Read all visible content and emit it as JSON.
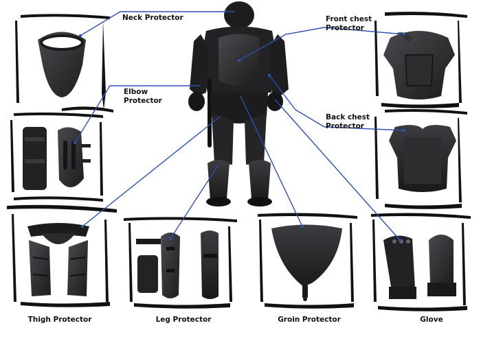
{
  "labels": {
    "neck": "Neck Protector",
    "elbow": "Elbow\nProtector",
    "front_chest": "Front chest\nProtector",
    "back_chest": "Back chest\nProtector",
    "thigh": "Thigh Protector",
    "leg": "Leg Protector",
    "groin": "Groin Protector",
    "glove": "Glove"
  },
  "colors": {
    "leader_line": "#2d4fb0",
    "armor": "#2a2a2c",
    "armor_dark": "#1a1a1b",
    "armor_light": "#4a4a4e",
    "frame": "#111111"
  }
}
